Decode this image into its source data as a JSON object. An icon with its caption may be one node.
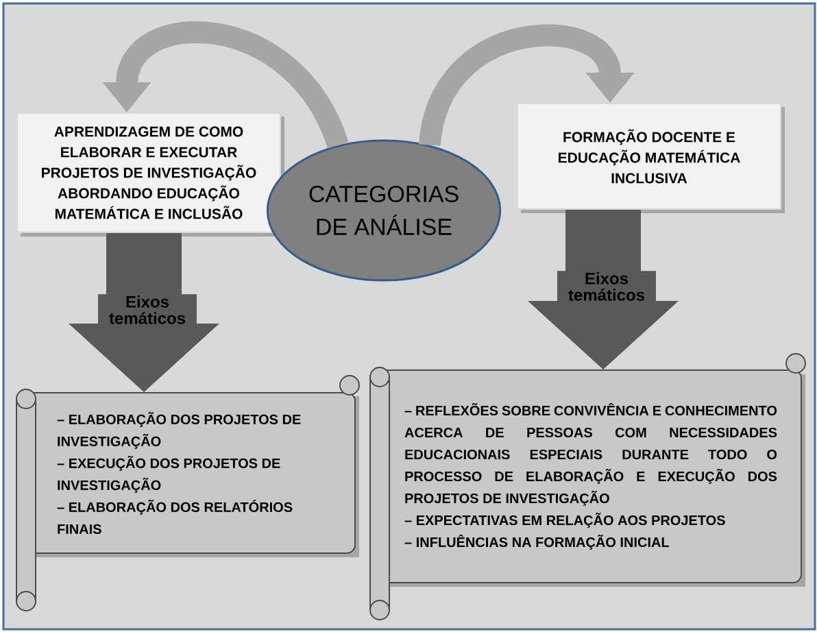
{
  "diagram": {
    "nodes": [
      {
        "text": [
          "APRENDIZAGEM DE COMO ELABORAR E EXECUTAR PROJETOS DE INVESTIGAÇÃO ABORDANDO EDUCAÇÃO MATEMÁTICA E INCLUSÃO"
        ]
      },
      {
        "text": [
          "CATEGORIAS DE ANÁLISE"
        ]
      },
      {
        "text": [
          "FORMAÇÃO DOCENTE E EDUCAÇÃO MATEMÁTICA INCLUSIVA"
        ]
      },
      {
        "text": [
          "– ELABORAÇÃO DOS PROJETOS DE INVESTIGAÇÃO",
          "– EXECUÇÃO DOS PROJETOS DE INVESTIGAÇÃO",
          "– ELABORAÇÃO DOS RELATÓRIOS FINAIS"
        ]
      },
      {
        "text": [
          "– REFLEXÕES SOBRE CONVIVÊNCIA E CONHECIMENTO ACERCA DE PESSOAS COM NECESSIDADES EDUCACIONAIS ESPECIAIS DURANTE TODO O PROCESSO DE ELABORAÇÃO E EXECUÇÃO DOS PROJETOS DE INVESTIGAÇÃO",
          "– EXPECTATIVAS EM RELAÇÃO AOS PROJETOS",
          "– INFLUÊNCIAS NA FORMAÇÃO INICIAL"
        ]
      }
    ],
    "edges": [
      {
        "from": 1,
        "to": 0,
        "arrow": "to"
      },
      {
        "from": 1,
        "to": 2,
        "arrow": "to"
      },
      {
        "from": 0,
        "to": 3,
        "arrow": "to",
        "label": "Eixos temáticos",
        "style": "thick",
        "color": "#595959"
      },
      {
        "from": 2,
        "to": 4,
        "arrow": "to",
        "label": "Eixos temáticos",
        "style": "thick",
        "color": "#595959"
      }
    ]
  }
}
